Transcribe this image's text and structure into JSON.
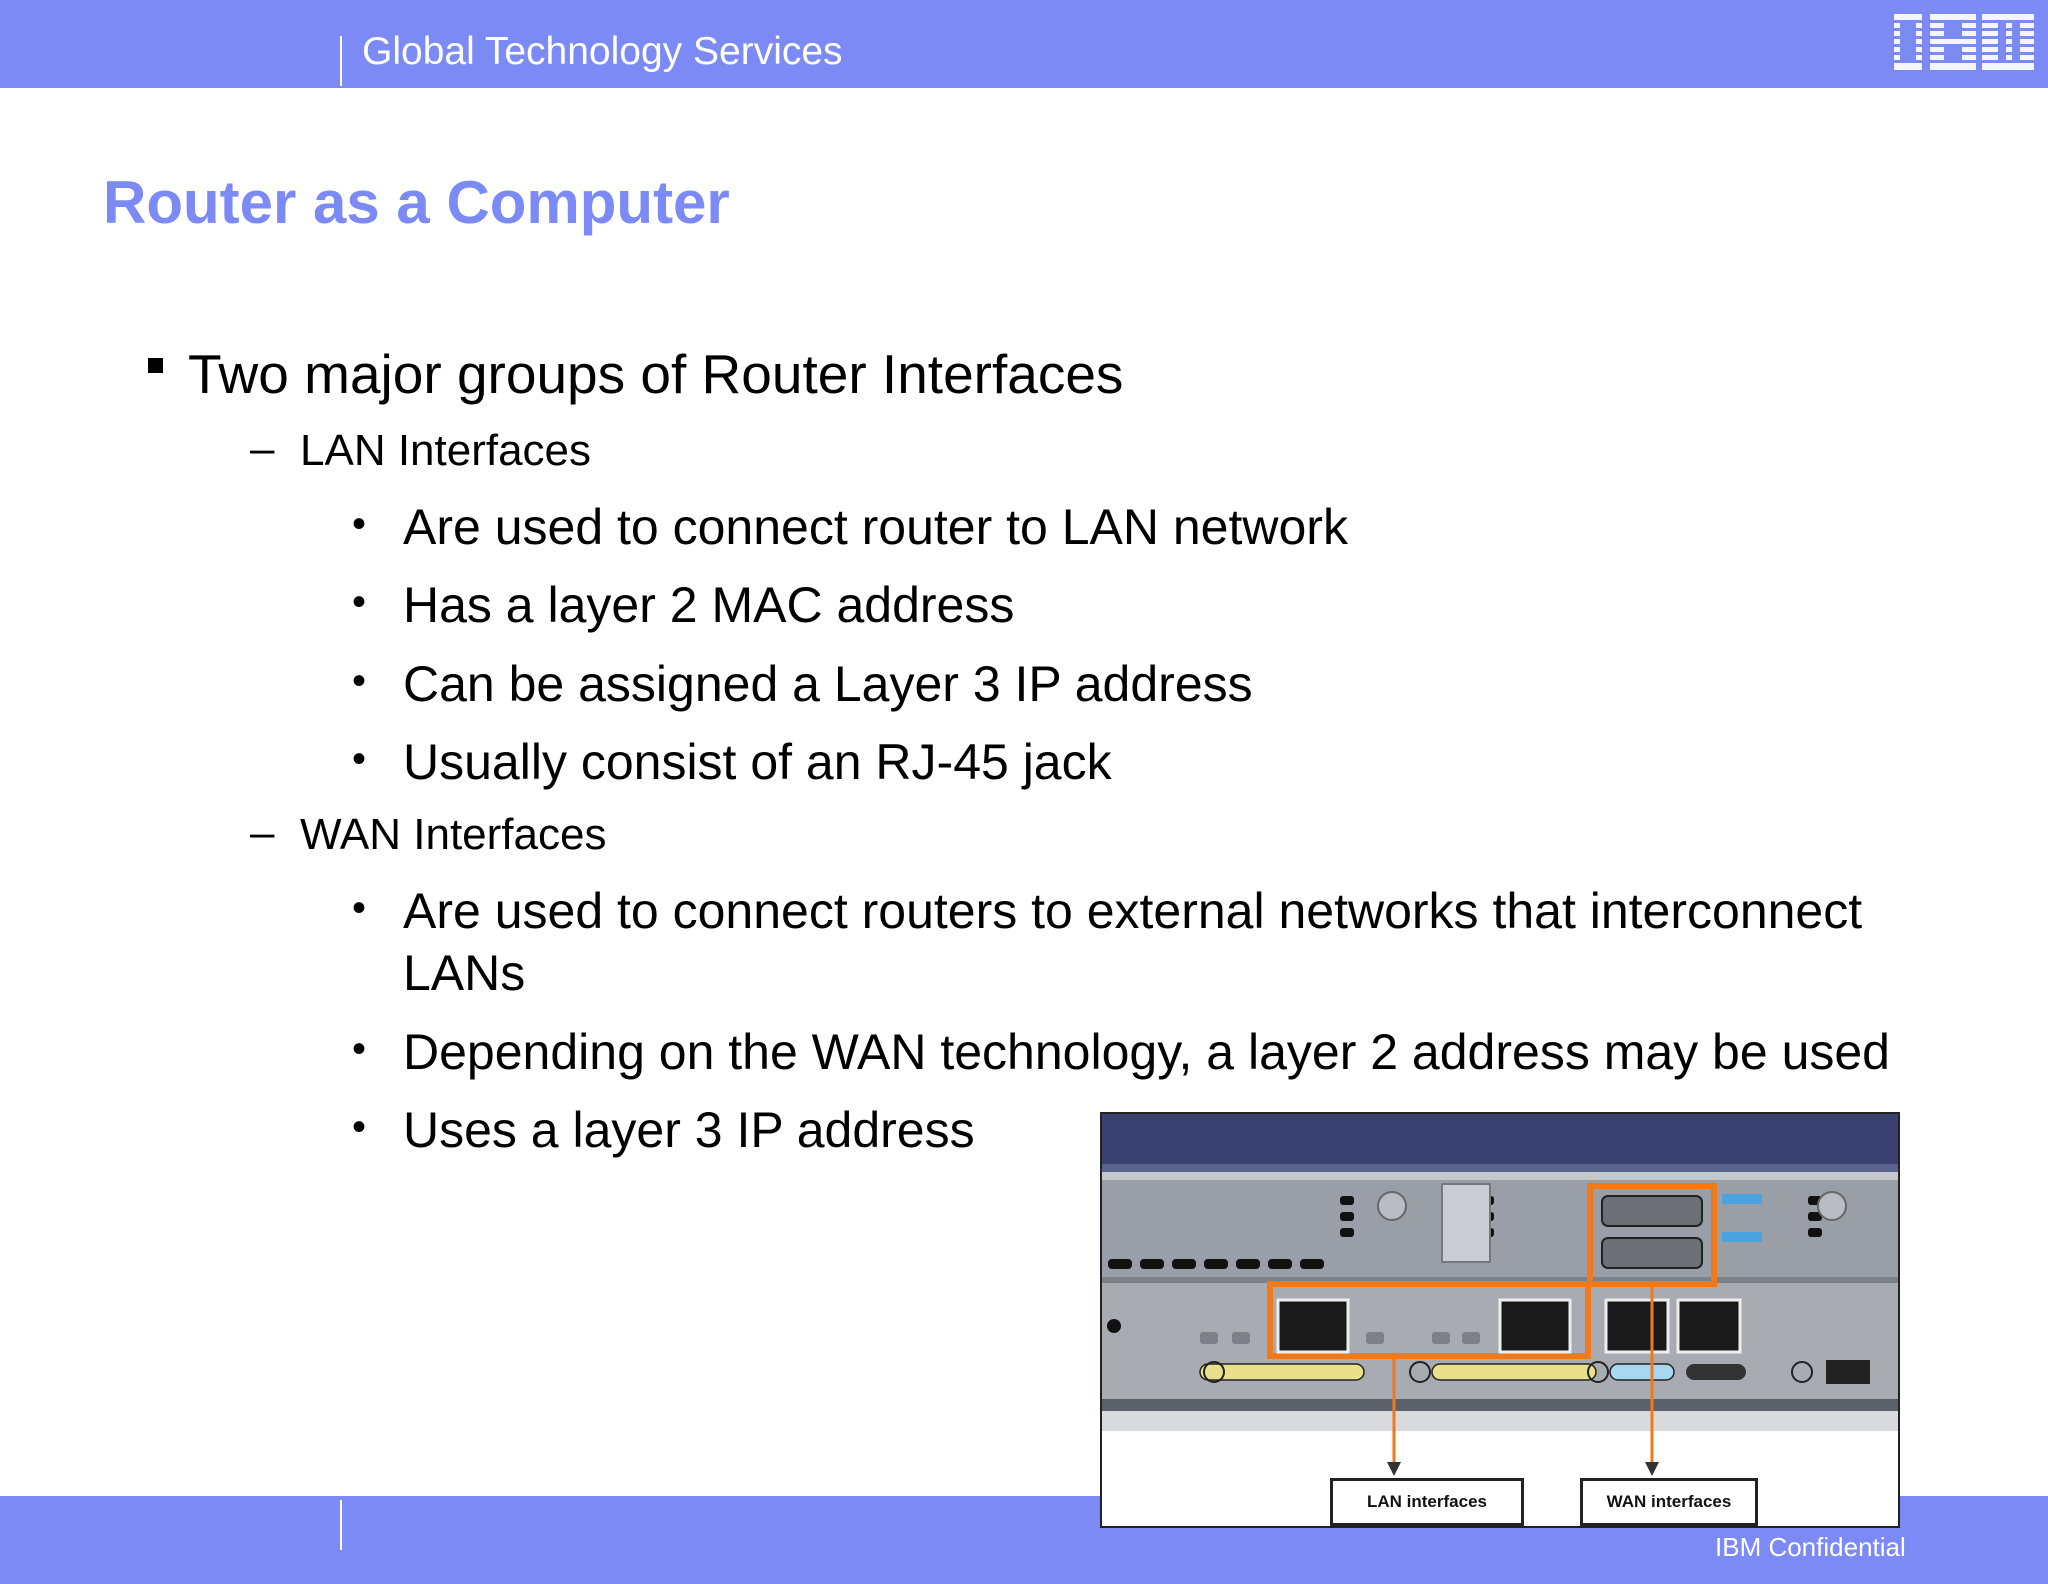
{
  "header": {
    "title": "Global Technology Services",
    "logo_text": "IBM"
  },
  "slide": {
    "title": "Router as a Computer",
    "main_bullet": "Two major groups of Router Interfaces",
    "groups": [
      {
        "label": "LAN Interfaces",
        "items": [
          "Are used to connect router to LAN network",
          "Has a layer 2 MAC address",
          "Can be assigned a Layer 3 IP address",
          "Usually consist of an RJ-45 jack"
        ]
      },
      {
        "label": "WAN Interfaces",
        "items": [
          "Are used to connect routers to external networks that interconnect LANs",
          "Depending on the WAN technology, a layer 2 address may be used",
          "Uses a layer 3 IP address"
        ]
      }
    ]
  },
  "figure": {
    "lan_label": "LAN interfaces",
    "wan_label": "WAN interfaces"
  },
  "footer": {
    "text": "IBM Confidential"
  },
  "colors": {
    "brand_blue": "#7b8af5",
    "highlight_orange": "#f07a1a"
  }
}
